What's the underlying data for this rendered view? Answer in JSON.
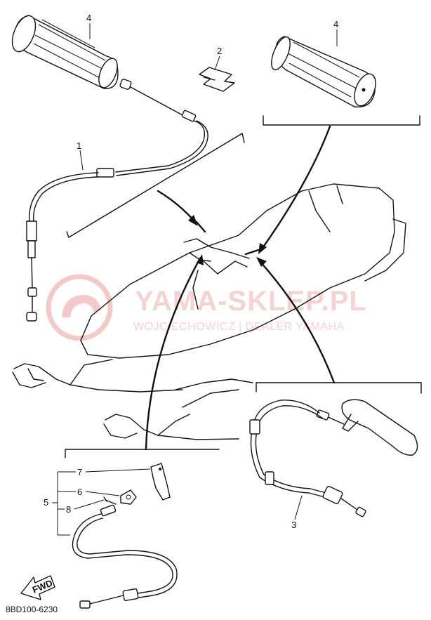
{
  "diagram": {
    "callouts": {
      "c1": "1",
      "c2": "2",
      "c3": "3",
      "c4_left": "4",
      "c4_right": "4",
      "c5": "5",
      "c6": "6",
      "c7": "7",
      "c8": "8"
    },
    "diagram_code": "8BD100-6230",
    "fwd_label": "FWD"
  },
  "watermark": {
    "title": "YAMA-SKLEP.PL",
    "subtitle": "WOJCIECHOWICZ | DEALER YAMAHA",
    "color": "#e8a0a0"
  }
}
